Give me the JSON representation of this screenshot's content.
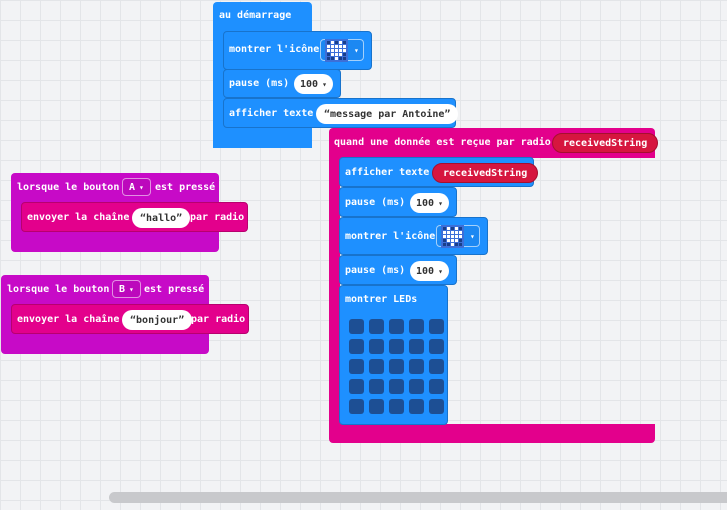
{
  "colors": {
    "workspace_bg": "#f2f3f5",
    "basic_blue": "#1e90ff",
    "radio_pink": "#e3008c",
    "input_magenta": "#c70ac7",
    "variable_red": "#d6163f",
    "led_off": "#1d4f94"
  },
  "on_start": {
    "title": "au démarrage",
    "show_icon_label": "montrer l'icône",
    "show_icon_pattern": [
      [
        0,
        1,
        0,
        1,
        0
      ],
      [
        1,
        1,
        1,
        1,
        1
      ],
      [
        1,
        1,
        1,
        1,
        1
      ],
      [
        0,
        1,
        1,
        1,
        0
      ],
      [
        0,
        0,
        1,
        0,
        0
      ]
    ],
    "pause_label": "pause (ms)",
    "pause_value": "100",
    "show_string_label": "afficher texte",
    "show_string_value": "message par Antoine"
  },
  "on_radio": {
    "title": "quand une donnée est reçue par radio",
    "param": "receivedString",
    "show_string_label": "afficher texte",
    "show_string_var": "receivedString",
    "pause1_label": "pause (ms)",
    "pause1_value": "100",
    "show_icon_label": "montrer l'icône",
    "show_icon_pattern": [
      [
        0,
        1,
        0,
        1,
        0
      ],
      [
        1,
        1,
        1,
        1,
        1
      ],
      [
        1,
        1,
        1,
        1,
        1
      ],
      [
        0,
        1,
        1,
        1,
        0
      ],
      [
        0,
        0,
        1,
        0,
        0
      ]
    ],
    "pause2_label": "pause (ms)",
    "pause2_value": "100",
    "show_leds_label": "montrer LEDs",
    "leds": [
      [
        0,
        0,
        0,
        0,
        0
      ],
      [
        0,
        0,
        0,
        0,
        0
      ],
      [
        0,
        0,
        0,
        0,
        0
      ],
      [
        0,
        0,
        0,
        0,
        0
      ],
      [
        0,
        0,
        0,
        0,
        0
      ]
    ]
  },
  "button_a": {
    "prefix": "lorsque le bouton",
    "button": "A",
    "suffix": "est pressé",
    "send_label": "envoyer la chaîne",
    "send_value": "hallo",
    "send_suffix": "par radio"
  },
  "button_b": {
    "prefix": "lorsque le bouton",
    "button": "B",
    "suffix": "est pressé",
    "send_label": "envoyer la chaîne",
    "send_value": "bonjour",
    "send_suffix": "par radio"
  },
  "caret": "▾"
}
